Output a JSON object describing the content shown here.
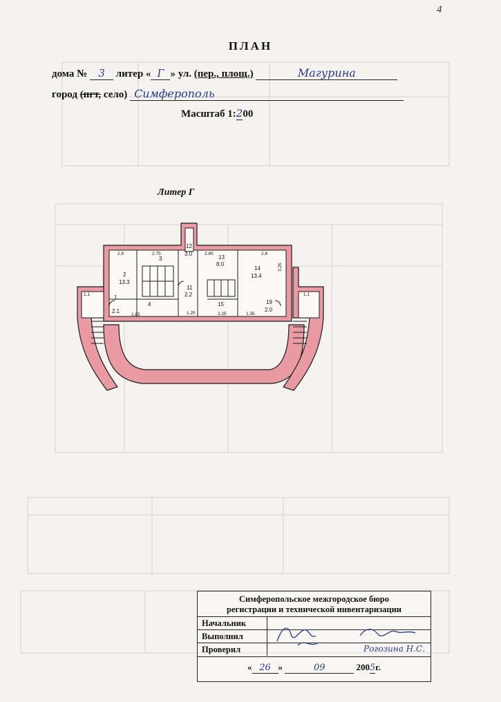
{
  "page_number": "4",
  "title": "ПЛАН",
  "address": {
    "house_prefix": "дома №",
    "house_number": "3",
    "liter_prefix": "литер «",
    "liter": "Г",
    "liter_suffix": "» ул.",
    "street_type": "(пер., площ.)",
    "street": "Магурина",
    "city_prefix": "город",
    "city_type_struck": "(пгт,",
    "city_type_rest": "село)",
    "city": "Симферополь"
  },
  "scale": {
    "prefix": "Масштаб 1:",
    "digit": "2",
    "suffix": "00"
  },
  "floorplan": {
    "label": "Литер Г",
    "rooms": [
      {
        "id": "1",
        "area": "2.1"
      },
      {
        "id": "2",
        "area": "13.3"
      },
      {
        "id": "3",
        "area": ""
      },
      {
        "id": "4",
        "area": ""
      },
      {
        "id": "11",
        "area": "2.2"
      },
      {
        "id": "12",
        "area": "3.0"
      },
      {
        "id": "13",
        "area": "8.0"
      },
      {
        "id": "14",
        "area": "13.4"
      },
      {
        "id": "15",
        "area": ""
      },
      {
        "id": "19",
        "area": "2.0"
      }
    ],
    "dimensions": [
      "2.8",
      "2.75",
      "2.85",
      "2.8",
      "1.1",
      "1.85",
      "1.25",
      "2.25",
      "1.35",
      "1.1",
      "3.25"
    ],
    "colors": {
      "walls": "#e99aa2",
      "lines": "#1a1a1a"
    }
  },
  "stamp": {
    "org_line1": "Симферопольское межгородское бюро",
    "org_line2": "регистрации и технической инвентаризации",
    "rows": [
      {
        "label": "Начальник"
      },
      {
        "label": "Выполнил"
      },
      {
        "label": "Проверил"
      }
    ],
    "checker_name": "Рогозина Н.С.",
    "date_day": "26",
    "date_month": "09",
    "date_year_prefix": "200",
    "date_year_digit": "5",
    "date_year_suffix": "г."
  }
}
